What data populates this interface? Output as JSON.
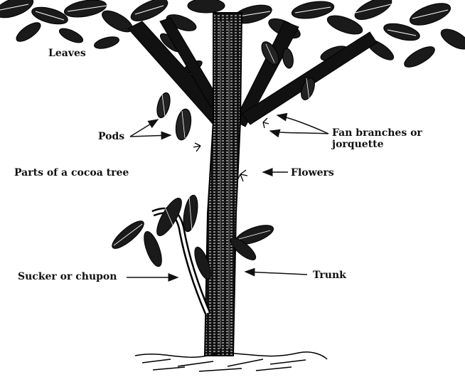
{
  "diagram": {
    "title": "Parts of a cocoa tree",
    "labels": {
      "leaves": "Leaves",
      "pods": "Pods",
      "fan_branches": "Fan branches or\njorquette",
      "flowers": "Flowers",
      "sucker": "Sucker or chupon",
      "trunk": "Trunk"
    }
  },
  "colors": {
    "ink": "#111111",
    "background": "#ffffff"
  }
}
